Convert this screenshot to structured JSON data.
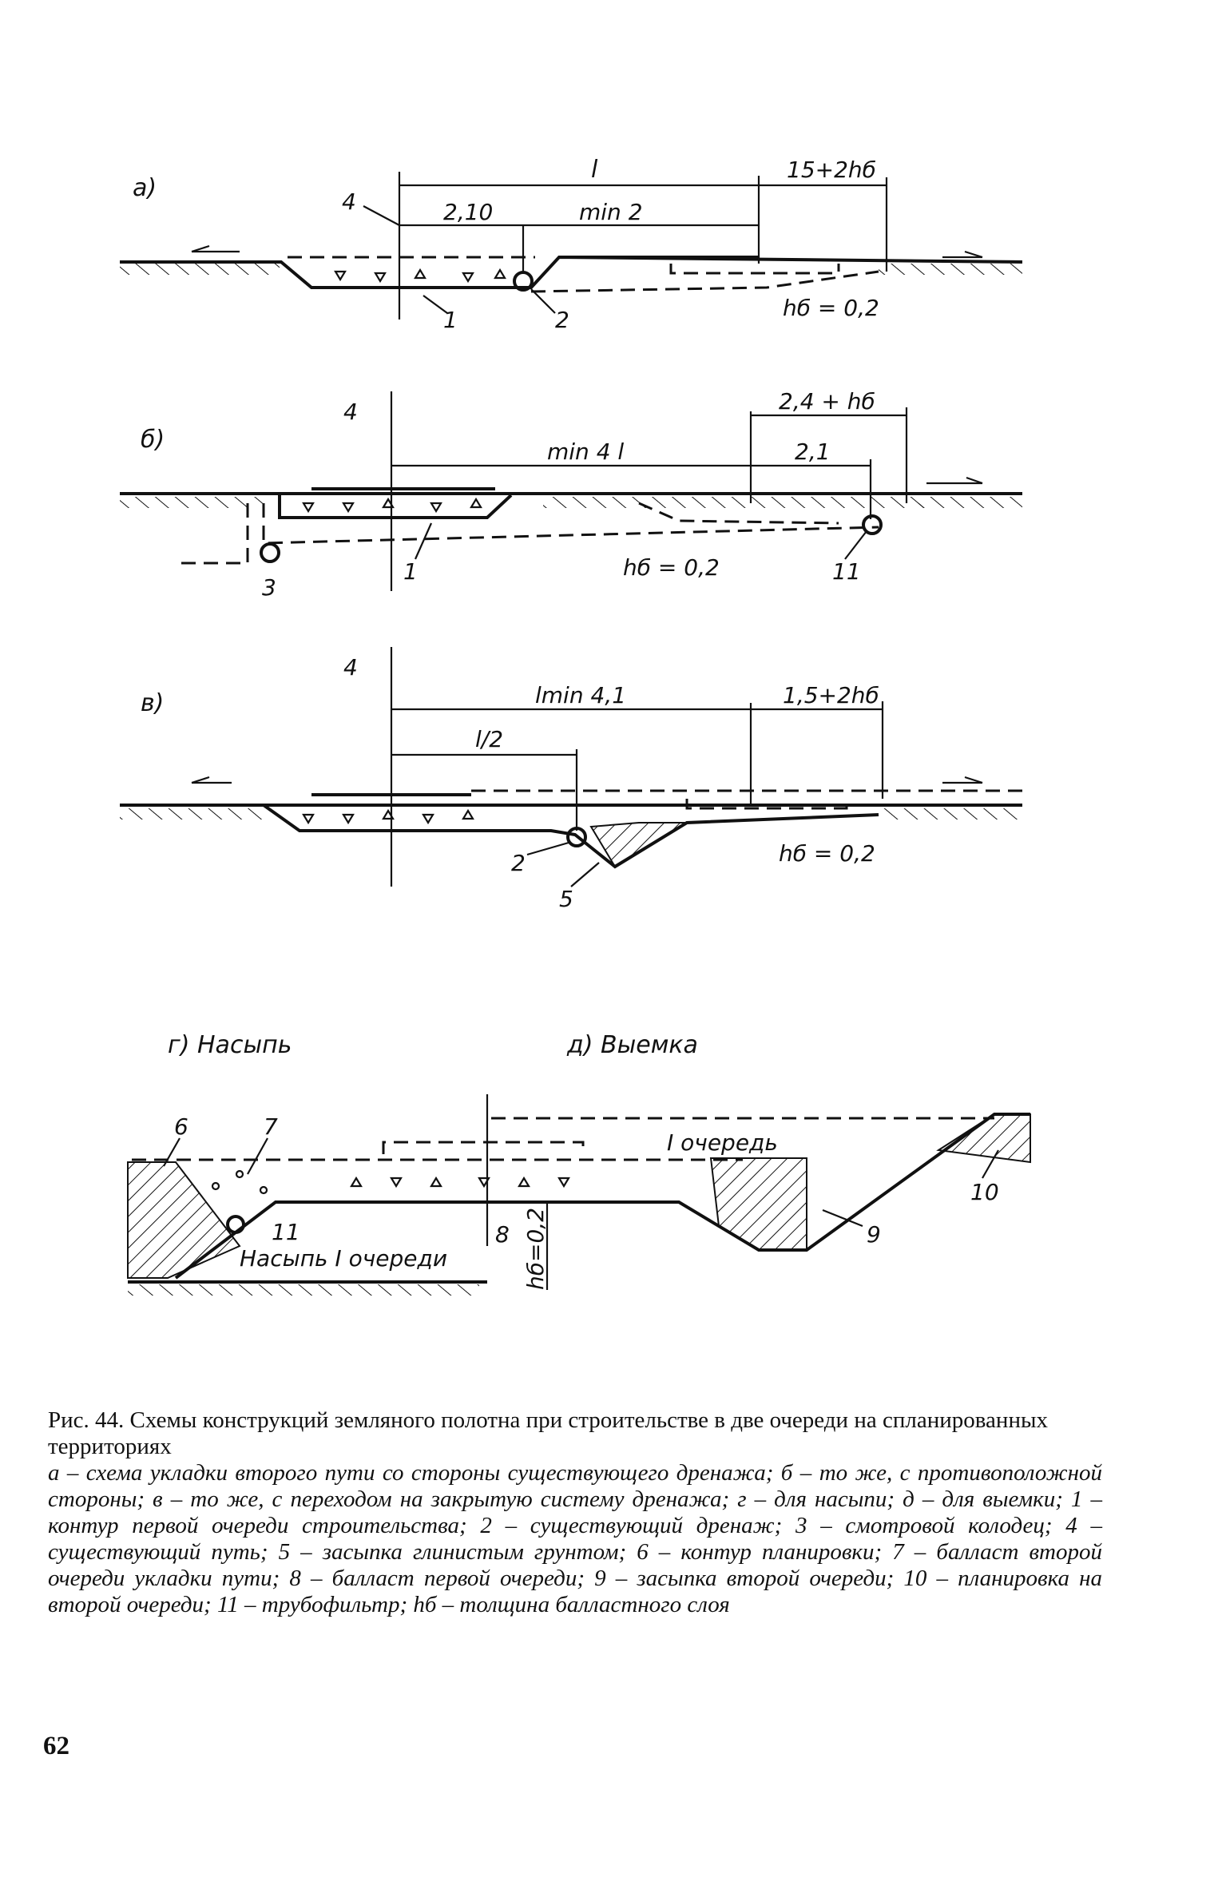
{
  "panels": {
    "a": {
      "letter": "a)",
      "l": "l",
      "dim_right": "15+2hб",
      "d210": "2,10",
      "min2": "min 2",
      "hb": "hб = 0,2",
      "n4": "4",
      "n1": "1",
      "n2": "2"
    },
    "b": {
      "letter": "б)",
      "min41": "min 4 l",
      "dim_right": "2,4 + hб",
      "d21": "2,1",
      "hb": "hб = 0,2",
      "n4": "4",
      "n1": "1",
      "n3": "3",
      "n11": "11"
    },
    "v": {
      "letter": "в)",
      "lmin": "lmin 4,1",
      "dim_right": "1,5+2hб",
      "l2": "l/2",
      "hb": "hб = 0,2",
      "n4": "4",
      "n2": "2",
      "n5": "5"
    },
    "gd": {
      "g_title": "г) Насыпь",
      "d_title": "д) Выемка",
      "ochered": "I очередь",
      "nasyp": "Насыпь I очереди",
      "hb": "hб=0,2",
      "n6": "6",
      "n7": "7",
      "n11": "11",
      "n8": "8",
      "n9": "9",
      "n10": "10"
    }
  },
  "caption": {
    "title": "Рис. 44. Схемы конструкций земляного полотна при строительстве в две очереди на спланированных территориях",
    "legend": "а – схема укладки второго пути со стороны существующего дренажа; б – то же, с противоположной стороны; в – то же, с переходом на закрытую систему дренажа; г – для насыпи; д – для выемки; 1 – контур первой очереди строительства; 2 – существующий дренаж; 3 – смотровой колодец; 4 – существующий путь; 5 – засыпка глинистым грунтом; 6 – контур планировки; 7 – балласт второй очереди укладки пути; 8 – балласт первой очереди; 9 – засыпка второй очереди; 10 – планировка на второй очереди; 11 – трубофильтр; hб – толщина балластного слоя"
  },
  "page_number": "62"
}
